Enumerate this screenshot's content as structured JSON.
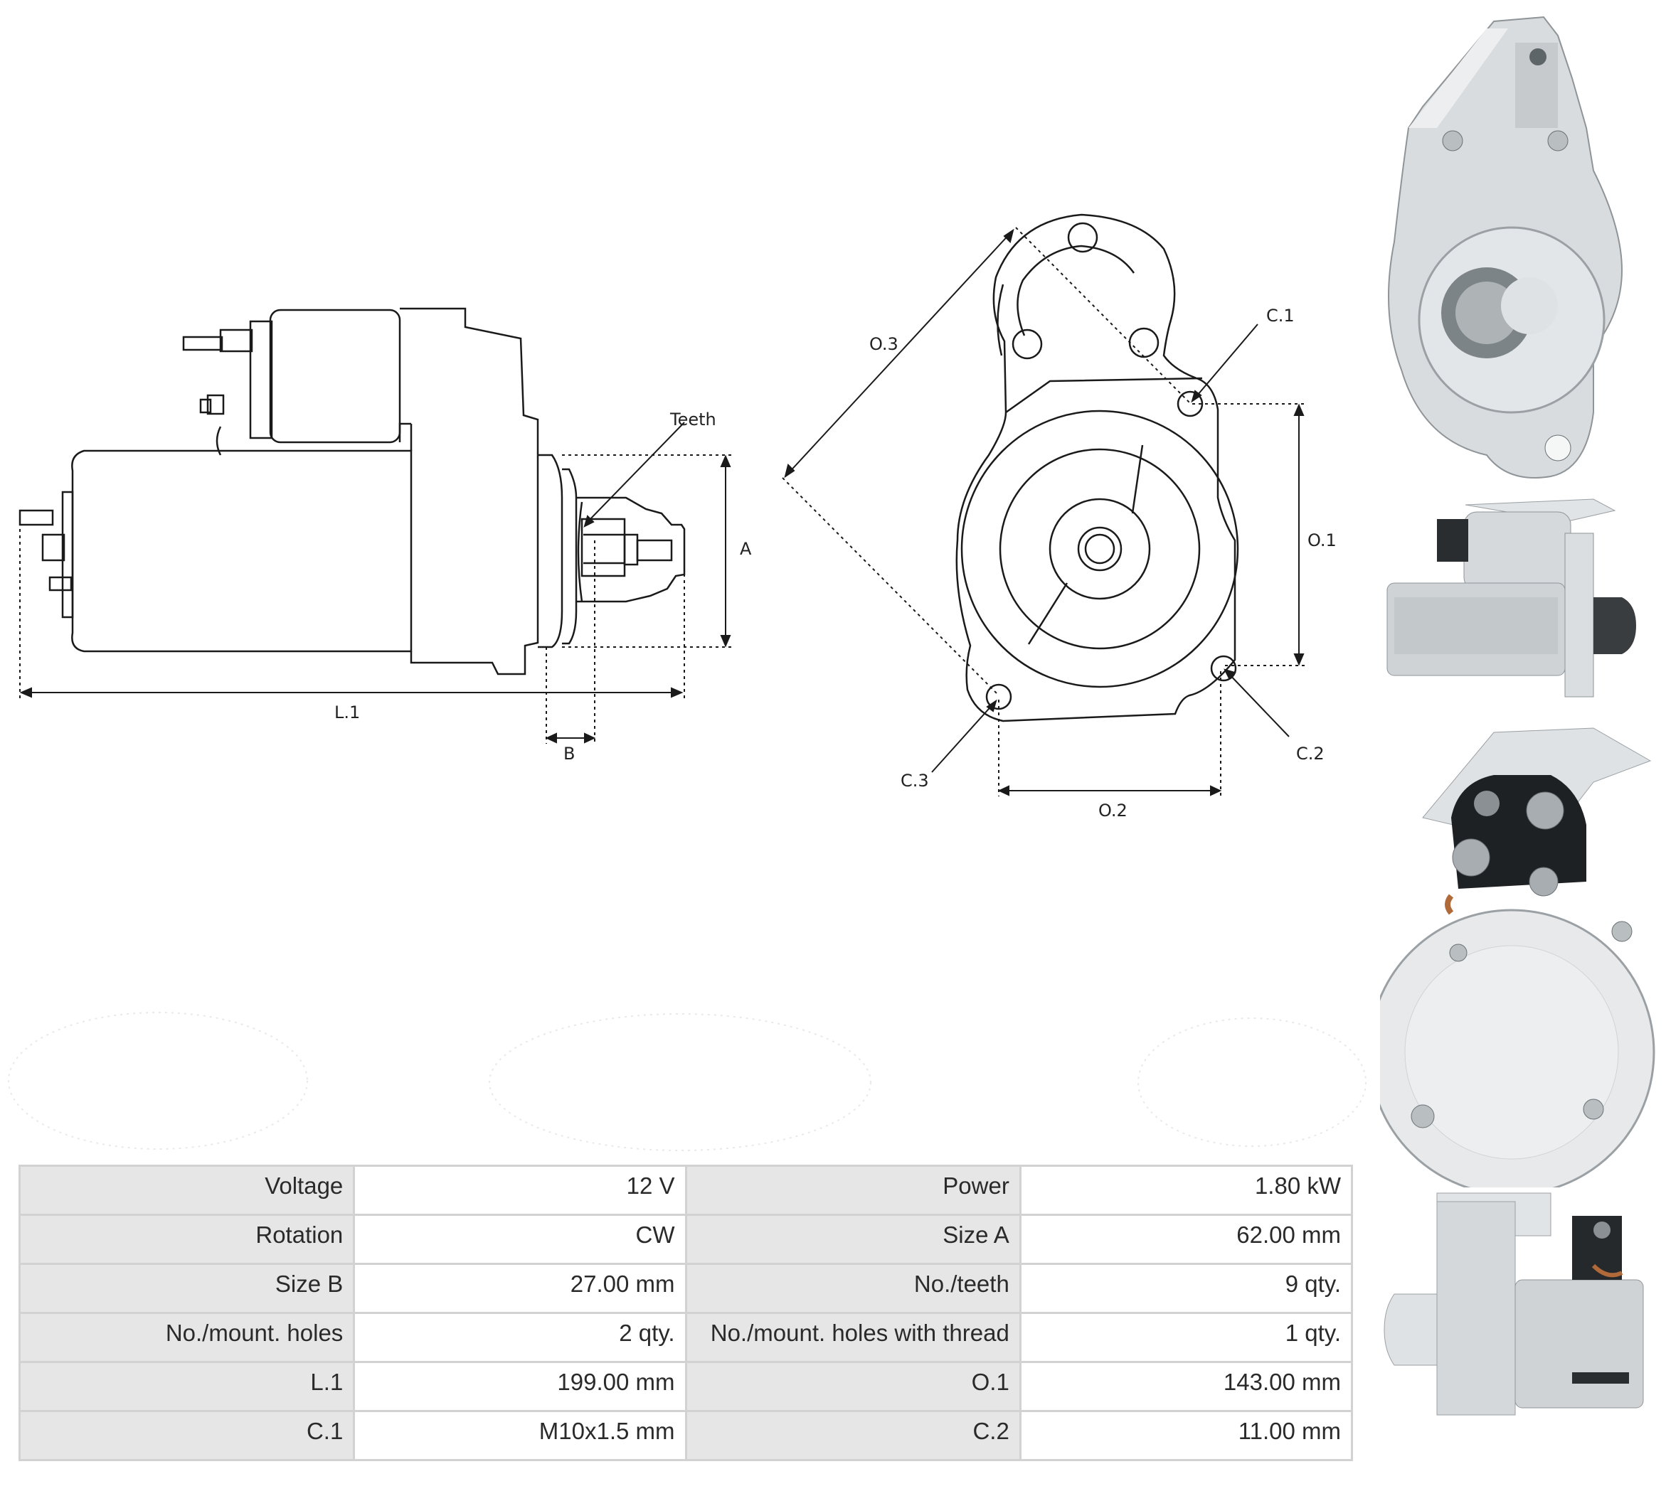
{
  "diagram": {
    "side_view": {
      "teeth_label": "Teeth",
      "dim_a": "A",
      "dim_b": "B",
      "dim_l1": "L.1"
    },
    "front_view": {
      "o1": "O.1",
      "o2": "O.2",
      "o3": "O.3",
      "c1": "C.1",
      "c2": "C.2",
      "c3": "C.3"
    }
  },
  "specs": {
    "rows": [
      [
        {
          "label": "Voltage",
          "value": "12 V"
        },
        {
          "label": "Power",
          "value": "1.80 kW"
        }
      ],
      [
        {
          "label": "Rotation",
          "value": "CW"
        },
        {
          "label": "Size A",
          "value": "62.00 mm"
        }
      ],
      [
        {
          "label": "Size B",
          "value": "27.00 mm"
        },
        {
          "label": "No./teeth",
          "value": "9 qty."
        }
      ],
      [
        {
          "label": "No./mount. holes",
          "value": "2 qty."
        },
        {
          "label": "No./mount. holes with thread",
          "value": "1 qty."
        }
      ],
      [
        {
          "label": "L.1",
          "value": "199.00 mm"
        },
        {
          "label": "O.1",
          "value": "143.00 mm"
        }
      ],
      [
        {
          "label": "C.1",
          "value": "M10x1.5 mm"
        },
        {
          "label": "C.2",
          "value": "11.00 mm"
        }
      ]
    ]
  },
  "colors": {
    "line": "#1a1a1a",
    "table_label_bg": "#e6e6e6",
    "table_border": "#d2d2d2",
    "metal": "#d7dadc",
    "metal_dark": "#9aa0a4"
  }
}
